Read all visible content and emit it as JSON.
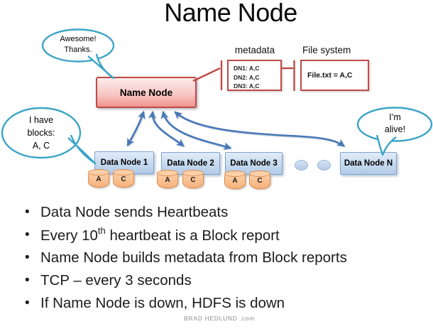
{
  "title": "Name Node",
  "name_node": {
    "label": "Name Node"
  },
  "metadata_panel": {
    "label": "metadata",
    "entries": [
      "DN1: A,C",
      "DN2: A,C",
      "DN3: A,C"
    ]
  },
  "file_system_panel": {
    "label": "File system",
    "content": "File.txt = A,C"
  },
  "bubbles": {
    "awesome": {
      "line1": "Awesome!",
      "line2": "Thanks."
    },
    "blocks": {
      "line1": "I have",
      "line2": "blocks:",
      "line3": "A, C"
    },
    "alive": {
      "line1": "I’m",
      "line2": "alive!"
    }
  },
  "data_nodes": [
    {
      "label": "Data Node 1",
      "disks": [
        "A",
        "C"
      ]
    },
    {
      "label": "Data Node 2",
      "disks": [
        "A",
        "C"
      ]
    },
    {
      "label": "Data Node 3",
      "disks": [
        "A",
        "C"
      ]
    },
    {
      "label": "Data Node N",
      "disks": []
    }
  ],
  "ellipsis_dot_count": 2,
  "bullets": [
    {
      "pre": "Data Node sends Heartbeats"
    },
    {
      "pre": "Every 10",
      "sup": "th",
      "post": " heartbeat is a Block report"
    },
    {
      "pre": "Name Node builds metadata from Block reports"
    },
    {
      "pre": "TCP – every 3 seconds"
    },
    {
      "pre": "If Name Node is down, HDFS is down"
    }
  ],
  "footer": "BRAD HEDLUND .com",
  "colors": {
    "accent_red": "#BF4B48",
    "accent_teal": "#3BA5C7",
    "arrow_blue": "#4778B8",
    "node_fill_top": "#E2ECF8",
    "node_fill_bottom": "#B2CBE8",
    "node_border": "#7FA3CF",
    "cylinder_fill": "#F6B17B",
    "cylinder_border": "#D98C52",
    "namenode_fill_top": "#FDECEB",
    "namenode_fill_bottom": "#F0948F"
  }
}
